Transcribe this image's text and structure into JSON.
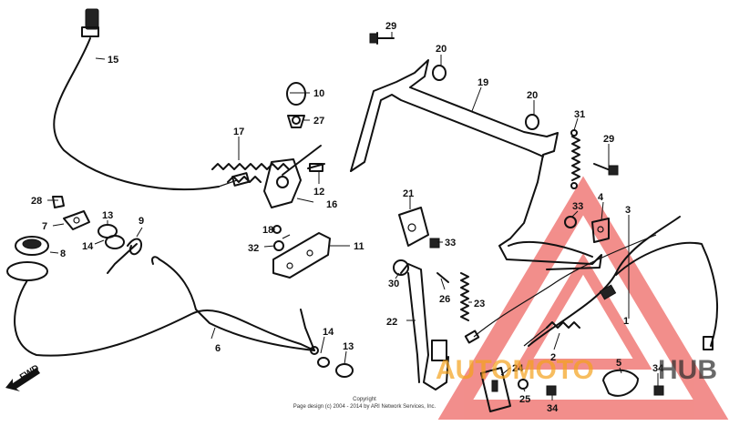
{
  "diagram": {
    "direction_label": "FWD",
    "copyright": {
      "line1": "Copyright",
      "line2": "Page design (c) 2004 - 2014 by ARI Network Services, Inc."
    },
    "callouts": {
      "c15": "15",
      "c17": "17",
      "c28": "28",
      "c7": "7",
      "c8": "8",
      "c13a": "13",
      "c9": "9",
      "c14a": "14",
      "c6": "6",
      "c14b": "14",
      "c13b": "13",
      "c10": "10",
      "c27": "27",
      "c12": "12",
      "c16": "16",
      "c18": "18",
      "c32": "32",
      "c11": "11",
      "c29a": "29",
      "c20a": "20",
      "c19": "19",
      "c20b": "20",
      "c31": "31",
      "c29b": "29",
      "c21": "21",
      "c33a": "33",
      "c30": "30",
      "c26": "26",
      "c23": "23",
      "c22": "22",
      "c33b": "33",
      "c4": "4",
      "c3": "3",
      "c1": "1",
      "c2": "2",
      "c24": "24",
      "c25": "25",
      "c34a": "34",
      "c5": "5",
      "c34b": "34"
    }
  },
  "watermark": {
    "part1": "AUTOMOTO",
    "part2": "HUB",
    "color_main": "#e8322e",
    "color_accent": "#f4a21c",
    "color_dark": "#2a2a2a"
  }
}
